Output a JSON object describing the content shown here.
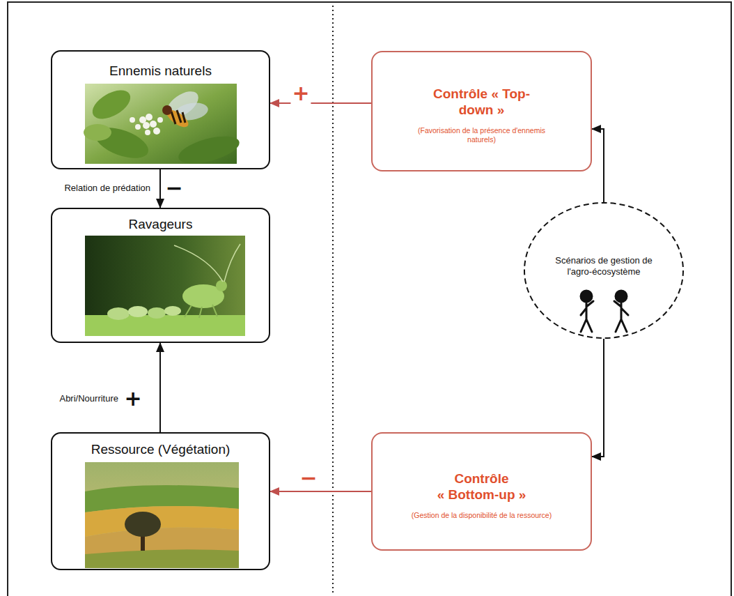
{
  "diagram": {
    "nodes": [
      {
        "text": [
          "Ennemis naturels"
        ]
      },
      {
        "text": [
          "Contrôle « Top-down »",
          "(Favorisation de la présence d'ennemis naturels)"
        ]
      },
      {
        "text": [
          "Ravageurs"
        ]
      },
      {
        "text": [
          "Scénarios de gestion de l'agro-écosystème"
        ]
      },
      {
        "text": [
          "Ressource (Végétation)"
        ]
      },
      {
        "text": [
          "Contrôle « Bottom-up »",
          "(Gestion de la disponibilité de la ressource)"
        ]
      }
    ],
    "edges": [
      {
        "from": 1,
        "to": 0,
        "arrow": "to",
        "label": "+"
      },
      {
        "from": 0,
        "to": 2,
        "arrow": "to",
        "label": "Relation de prédation"
      },
      {
        "from": 4,
        "to": 2,
        "arrow": "to",
        "label": "Abri/Nourriture"
      },
      {
        "from": 5,
        "to": 4,
        "arrow": "to",
        "label": "−"
      },
      {
        "from": 3,
        "to": 1,
        "arrow": "to"
      },
      {
        "from": 3,
        "to": 5,
        "arrow": "to"
      }
    ],
    "labels": [
      "−",
      "+"
    ]
  }
}
